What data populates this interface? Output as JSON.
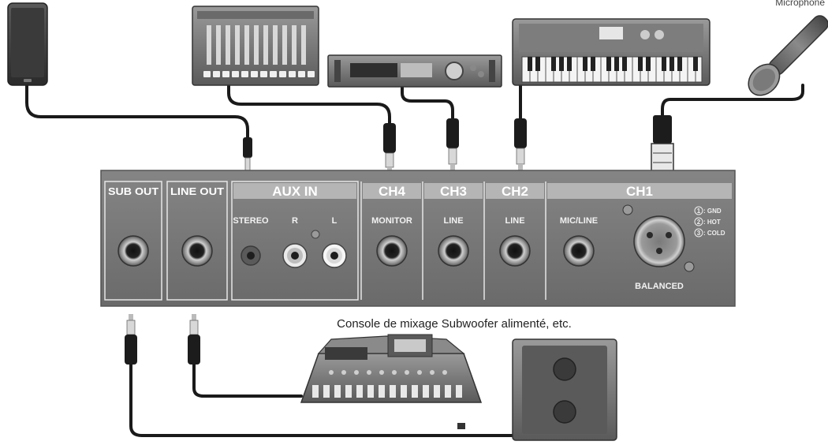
{
  "top_right_label": "Microphone",
  "panel": {
    "sub_out": "SUB OUT",
    "line_out": "LINE OUT",
    "aux_in": "AUX IN",
    "aux_stereo": "STEREO",
    "aux_r": "R",
    "aux_l": "L",
    "ch4": "CH4",
    "ch4_jack": "MONITOR",
    "ch3": "CH3",
    "ch3_jack": "LINE",
    "ch2": "CH2",
    "ch2_jack": "LINE",
    "ch1": "CH1",
    "ch1_jack": "MIC/LINE",
    "balanced": "BALANCED",
    "pins": [
      {
        "num": "1",
        "label": ": GND"
      },
      {
        "num": "2",
        "label": ": HOT"
      },
      {
        "num": "3",
        "label": ": COLD"
      }
    ]
  },
  "caption": "Console de mixage Subwoofer alimenté, etc.",
  "colors": {
    "panel": "#7a7a7a",
    "panel_dark": "#5e5e5e",
    "label_bg": "#b5b5b5",
    "cable": "#1a1a1a"
  }
}
